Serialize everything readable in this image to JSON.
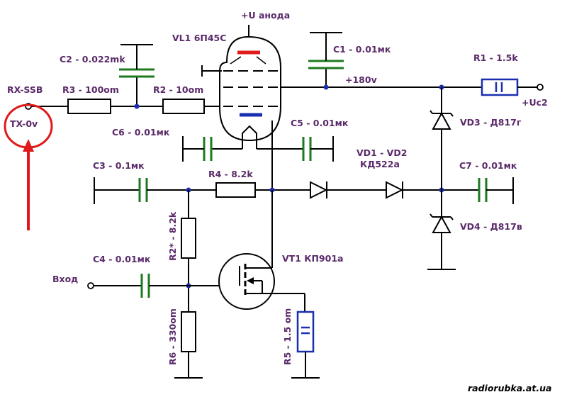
{
  "labels": {
    "u_anoda": "+U анода",
    "vl1": "VL1 6П45С",
    "c2": "C2 - 0.022mk",
    "c1": "C1 - 0.01мк",
    "r1": "R1 - 1.5k",
    "rx_ssb": "RX-SSB",
    "r3": "R3 - 100om",
    "r2": "R2 - 10om",
    "v180": "+180v",
    "uc2": "+Uc2",
    "tx0v": "TX-0v",
    "c6": "C6 - 0.01мк",
    "c5": "C5 - 0.01мк",
    "vd3": "VD3 - Д817г",
    "vd1vd2": "VD1 - VD2",
    "kd522": "КД522а",
    "c3": "C3 - 0.1мк",
    "r4": "R4 - 8.2k",
    "c7": "C7 - 0.01мк",
    "vd4": "VD4 - Д817в",
    "r2star": "R2* - 8.2k",
    "c4": "C4 - 0.01мк",
    "vt1": "VT1 КП901а",
    "vhod": "Вход",
    "r6": "R6 - 330om",
    "r5": "R5 - 1.5 om",
    "site": "radiorubka.at.ua"
  },
  "colors": {
    "wire": "#000000",
    "capacitor": "#1e7a1e",
    "resistor_accent": "#1a2fb0",
    "label": "#5a2a6a",
    "annotation": "#e01a1a"
  }
}
